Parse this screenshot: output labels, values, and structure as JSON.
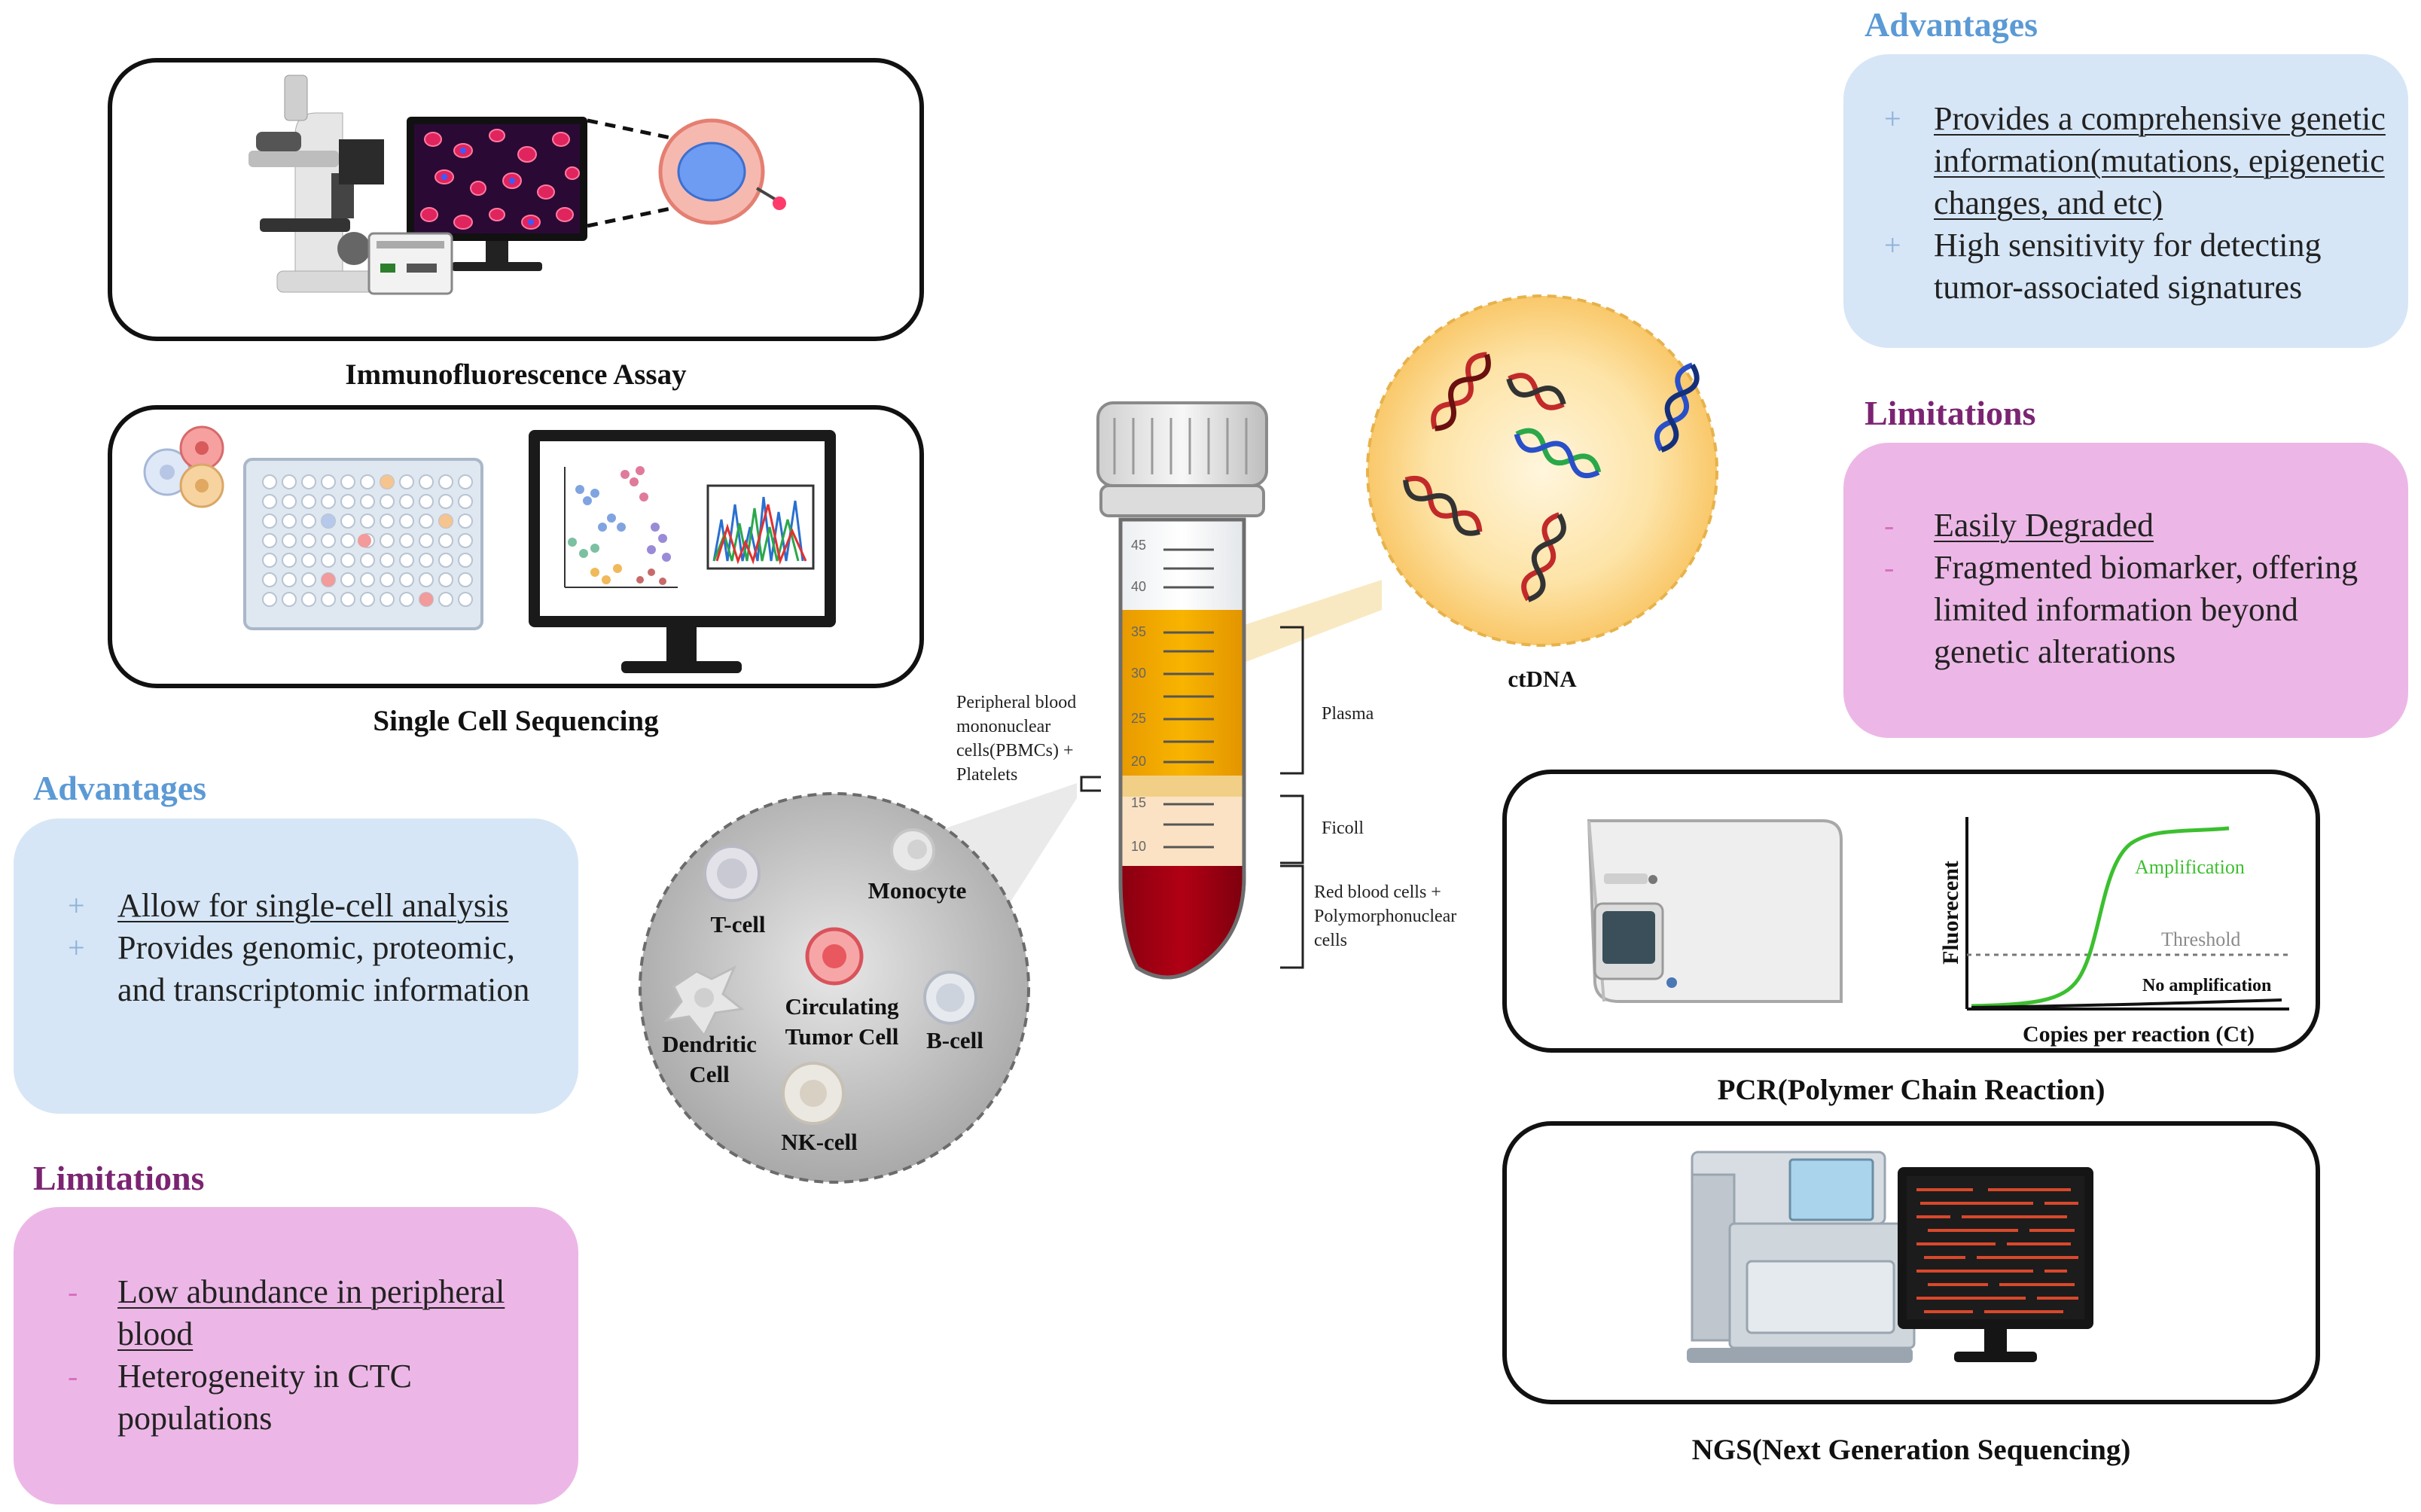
{
  "colors": {
    "advantage_heading": "#5b9ad5",
    "limitation_heading": "#7b2472",
    "advantage_panel": "#d6e6f6",
    "limitation_panel": "#ecb7e6",
    "plasma": "#f4a400",
    "red_blood_cells": "#a00010",
    "amplification_curve": "#3cbf2f"
  },
  "left": {
    "methods": [
      {
        "caption": "Immunofluorescence Assay"
      },
      {
        "caption": "Single Cell Sequencing"
      }
    ],
    "advantages": {
      "heading": "Advantages",
      "items": [
        {
          "marker": "+",
          "text": "Allow for single-cell analysis"
        },
        {
          "marker": "+",
          "text": "Provides genomic, proteomic, and transcriptomic information"
        }
      ]
    },
    "limitations": {
      "heading": "Limitations",
      "items": [
        {
          "marker": "-",
          "text": "Low abundance in peripheral blood"
        },
        {
          "marker": "-",
          "text": "Heterogeneity in CTC populations"
        }
      ]
    }
  },
  "tube": {
    "scale": [
      "45",
      "40",
      "35",
      "30",
      "25",
      "20",
      "15",
      "10"
    ],
    "layers": {
      "plasma": "Plasma",
      "ficoll": "Ficoll",
      "rbc_line1": "Red blood cells +",
      "rbc_line2": "Polymorphonuclear",
      "rbc_line3": "cells"
    },
    "pbmc_label": [
      "Peripheral blood",
      "mononuclear",
      "cells(PBMCs) +",
      "Platelets"
    ]
  },
  "cells": {
    "t_cell": "T-cell",
    "monocyte": "Monocyte",
    "ctc_line1": "Circulating",
    "ctc_line2": "Tumor Cell",
    "b_cell": "B-cell",
    "dendritic_line1": "Dendritic",
    "dendritic_line2": "Cell",
    "nk_cell": "NK-cell"
  },
  "ctdna": {
    "label": "ctDNA"
  },
  "right": {
    "advantages": {
      "heading": "Advantages",
      "items": [
        {
          "marker": "+",
          "text": "Provides a comprehensive genetic information(mutations, epigenetic changes, and etc)"
        },
        {
          "marker": "+",
          "text": "High sensitivity for detecting tumor-associated signatures"
        }
      ]
    },
    "limitations": {
      "heading": "Limitations",
      "items": [
        {
          "marker": "-",
          "text": "Easily Degraded"
        },
        {
          "marker": "-",
          "text": "Fragmented biomarker, offering limited information beyond genetic alterations"
        }
      ]
    },
    "pcr": {
      "caption": "PCR(Polymer Chain Reaction)",
      "y_label": "Fluorecent",
      "x_label": "Copies per reaction (Ct)",
      "amplification": "Amplification",
      "threshold": "Threshold",
      "no_amplification": "No amplification"
    },
    "ngs": {
      "caption": "NGS(Next Generation Sequencing)"
    }
  }
}
